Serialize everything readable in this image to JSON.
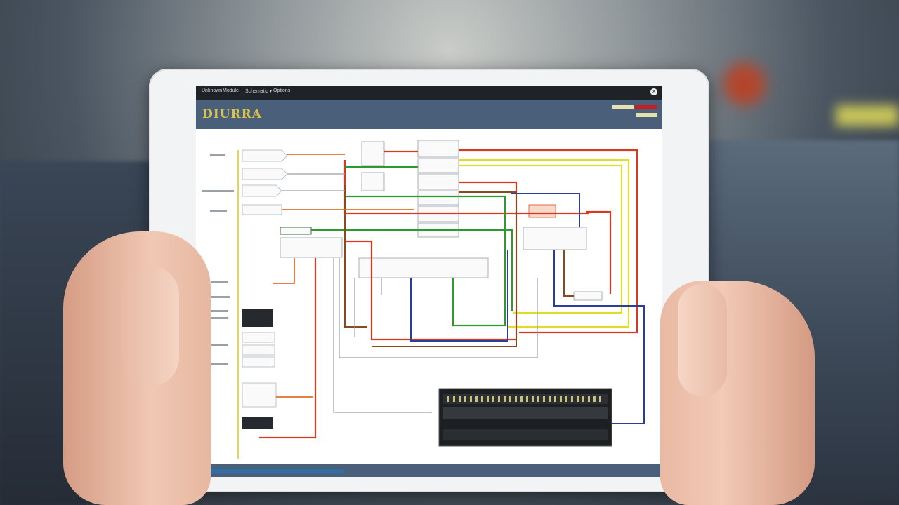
{
  "app": {
    "menu_items": [
      "Unknown",
      "Module",
      "Schematic ▾",
      "Options"
    ],
    "logo_text": "DIURRA",
    "header_badges": [
      "",
      "",
      ""
    ]
  },
  "diagram": {
    "left_labels": [
      "",
      "",
      "",
      "",
      "",
      "",
      "",
      "",
      "",
      ""
    ],
    "bottom_label": "",
    "connector_label": ""
  },
  "colors": {
    "header": "#4a5f7a",
    "topbar": "#1f2226",
    "logo": "#d8c24c",
    "wire_red": "#d63a1e",
    "wire_green": "#2e9a2e",
    "wire_yellow": "#e0dc2a",
    "wire_blue": "#2c3e9a",
    "wire_brown": "#8a4a1c",
    "wire_orange": "#e0702a",
    "wire_gray": "#9aa0a6"
  }
}
